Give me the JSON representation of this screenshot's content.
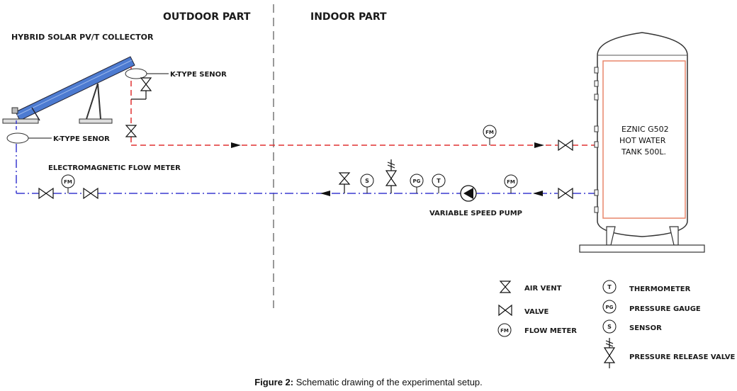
{
  "sections": {
    "outdoor": "OUTDOOR PART",
    "indoor": "INDOOR PART"
  },
  "labels": {
    "collector": "HYBRID SOLAR PV/T  COLLECTOR",
    "sensor_top": "K-TYPE SENOR",
    "sensor_bottom": "K-TYPE SENOR",
    "flow_meter": "ELECTROMAGNETIC FLOW METER",
    "pump": "VARIABLE SPEED PUMP"
  },
  "tank": {
    "line1": "EZNIC  G502",
    "line2": "HOT WATER",
    "line3": "TANK 500L."
  },
  "gauges": {
    "fm": "FM",
    "s": "S",
    "pg": "PG",
    "t": "T"
  },
  "legend": {
    "air_vent": "AIR VENT",
    "valve": "VALVE",
    "flow_meter": "FLOW METER",
    "thermometer": "THERMOMETER",
    "pressure_gauge": "PRESSURE GAUGE",
    "sensor": "SENSOR",
    "pressure_release_valve": "PRESSURE RELEASE VALVE"
  },
  "caption": {
    "prefix": "Figure 2:",
    "text": " Schematic drawing of the experimental setup."
  },
  "colors": {
    "hot_line": "#e03030",
    "cold_line": "#3a3ad0",
    "tank_inner": "#e8866a",
    "collector": "#4d7bd1"
  }
}
